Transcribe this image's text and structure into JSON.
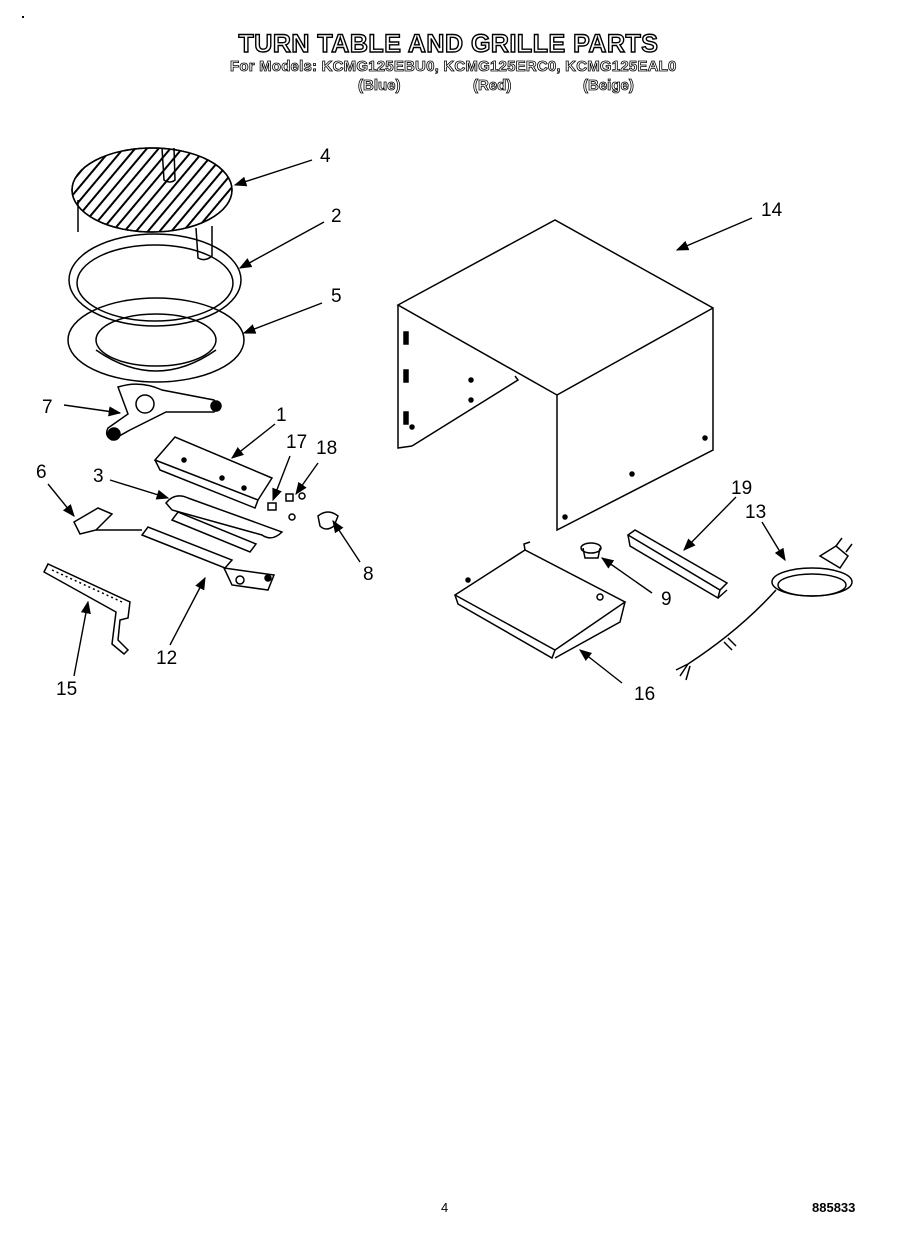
{
  "header": {
    "title": "TURN TABLE AND GRILLE PARTS",
    "models_line": "For Models: KCMG125EBU0, KCMG125ERC0, KCMG125EAL0",
    "colors": [
      "(Blue)",
      "(Red)",
      "(Beige)"
    ]
  },
  "callouts": {
    "c1": "1",
    "c2": "2",
    "c3": "3",
    "c4": "4",
    "c5": "5",
    "c6": "6",
    "c7": "7",
    "c8": "8",
    "c9": "9",
    "c12": "12",
    "c13": "13",
    "c14": "14",
    "c15": "15",
    "c16": "16",
    "c17": "17",
    "c18": "18",
    "c19": "19"
  },
  "footer": {
    "page_number": "4",
    "doc_code": "885833"
  }
}
